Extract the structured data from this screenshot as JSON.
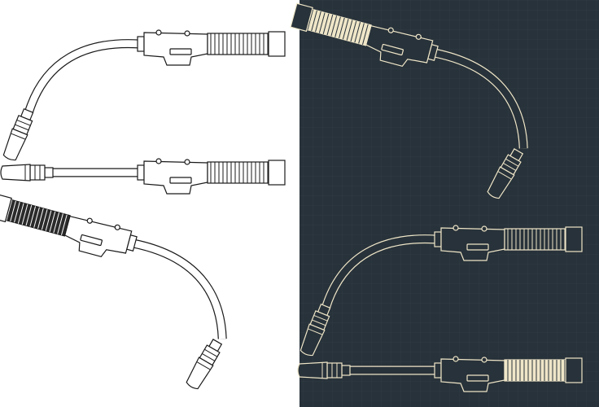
{
  "colors": {
    "light_background": "#ffffff",
    "light_line": "#1a1a1a",
    "light_grip_fill": "#2b2b2b",
    "dark_background": "#28323a",
    "dark_grid": "#33404a",
    "dark_line": "#efe6c8",
    "dark_grip_fill": "#efe6c8"
  },
  "panels": [
    {
      "name": "light-panel",
      "views": [
        "curved-torch-top",
        "straight-torch-side",
        "curved-torch-isometric"
      ]
    },
    {
      "name": "dark-panel",
      "views": [
        "curved-torch-isometric",
        "curved-torch-top",
        "straight-torch-side"
      ]
    }
  ]
}
